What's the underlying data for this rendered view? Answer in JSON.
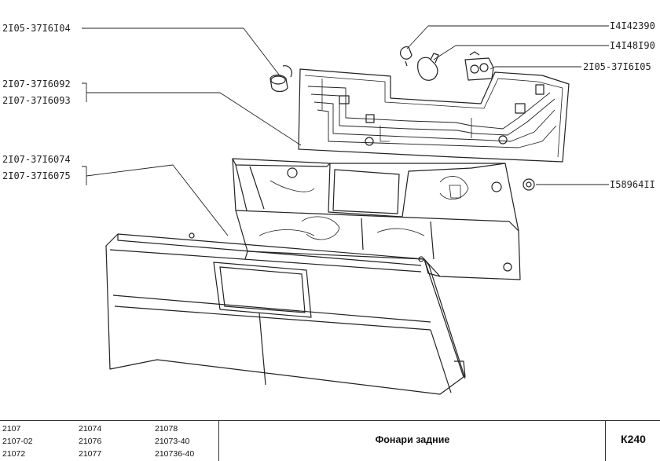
{
  "callouts": {
    "socket_holder": "2I05-37I6I04",
    "harness_1": "2I07-37I6092",
    "harness_2": "2I07-37I6093",
    "lens_1": "2I07-37I6074",
    "lens_2": "2I07-37I6075",
    "bulb_small": "I4I42390",
    "bulb_large": "I4I48I90",
    "socket": "2I05-37I6I05",
    "nut": "I58964II"
  },
  "footer": {
    "models": [
      [
        "2107",
        "21074",
        "21078"
      ],
      [
        "2107-02",
        "21076",
        "21073-40"
      ],
      [
        "21072",
        "21077",
        "210736-40"
      ]
    ],
    "title": "Фонари задние",
    "code": "К240"
  }
}
